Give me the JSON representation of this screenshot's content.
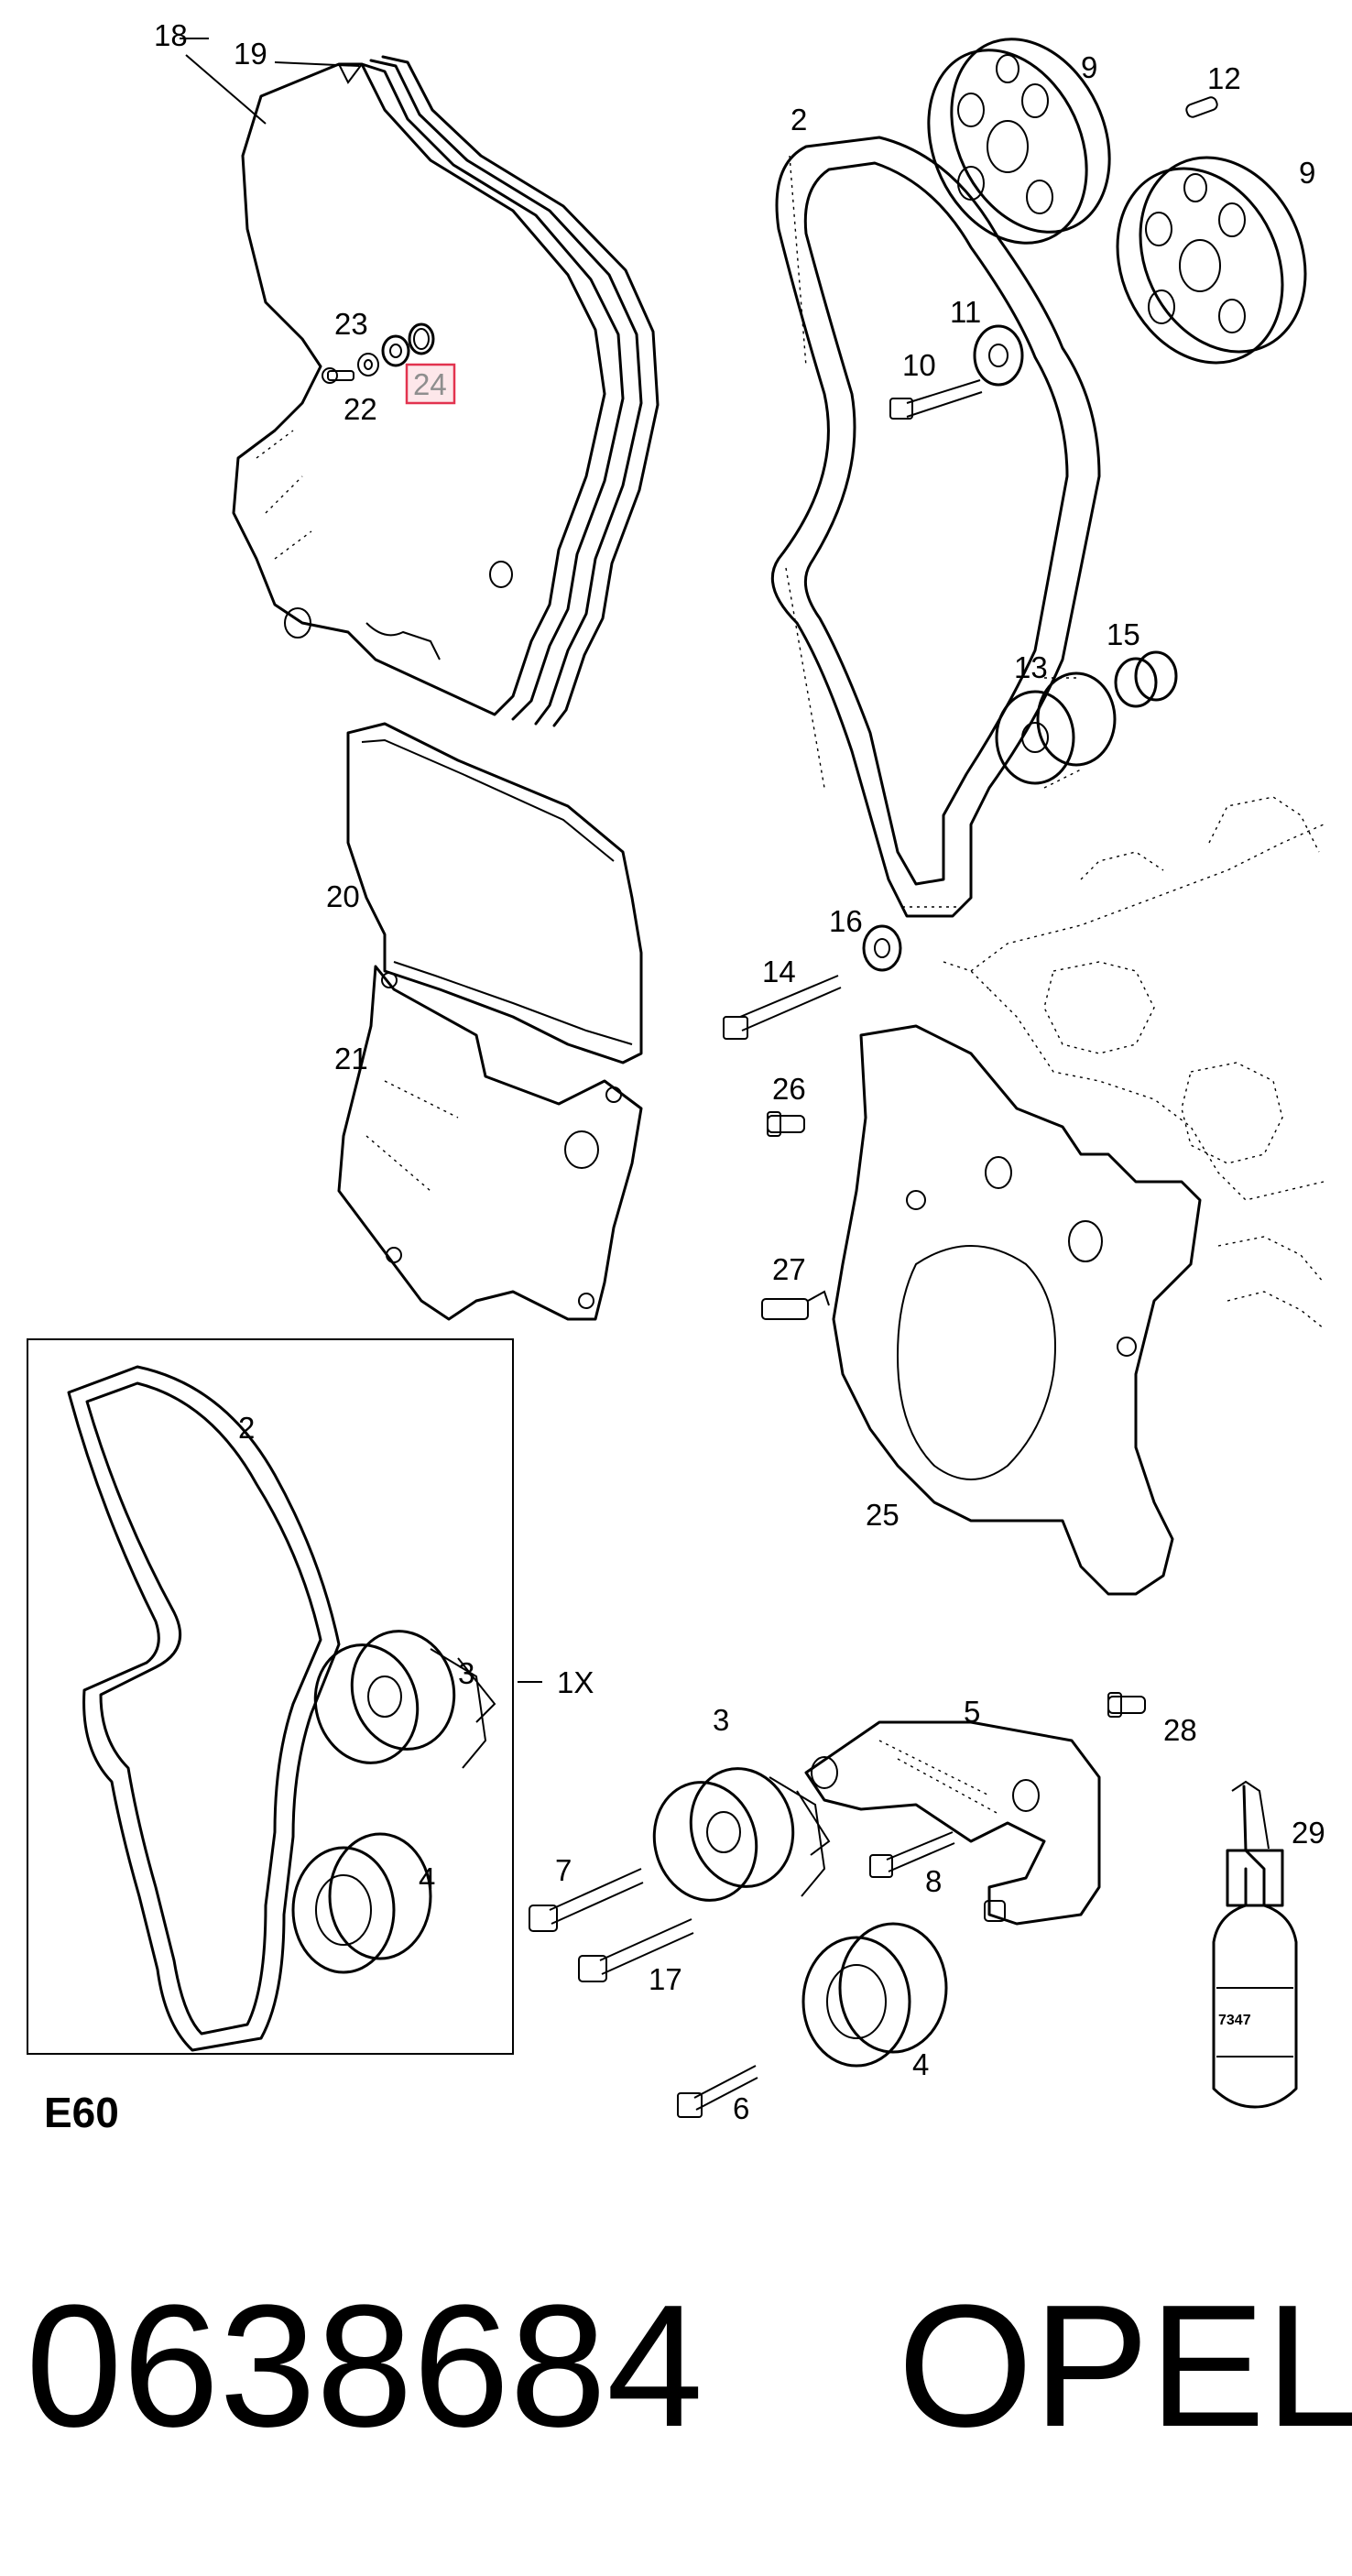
{
  "labels": {
    "l18": "18",
    "l19": "19",
    "l23": "23",
    "l22": "22",
    "l24": "24",
    "l2_top": "2",
    "l9_a": "9",
    "l12": "12",
    "l9_b": "9",
    "l11": "11",
    "l10": "10",
    "l13": "13",
    "l15": "15",
    "l20": "20",
    "l21": "21",
    "l16": "16",
    "l14": "14",
    "l26": "26",
    "l27": "27",
    "l25": "25",
    "l2_inset": "2",
    "l3_inset": "3",
    "l1x": "1X",
    "l4_inset": "4",
    "l3": "3",
    "l5": "5",
    "l28": "28",
    "l29": "29",
    "l7": "7",
    "l8": "8",
    "l17": "17",
    "l4": "4",
    "l6": "6"
  },
  "highlighted_part": "24",
  "group_code": "E60",
  "part_number": "0638684",
  "brand": "OPEL",
  "colors": {
    "highlight_border": "#e2334f",
    "highlight_fill": "#fde7ea"
  }
}
